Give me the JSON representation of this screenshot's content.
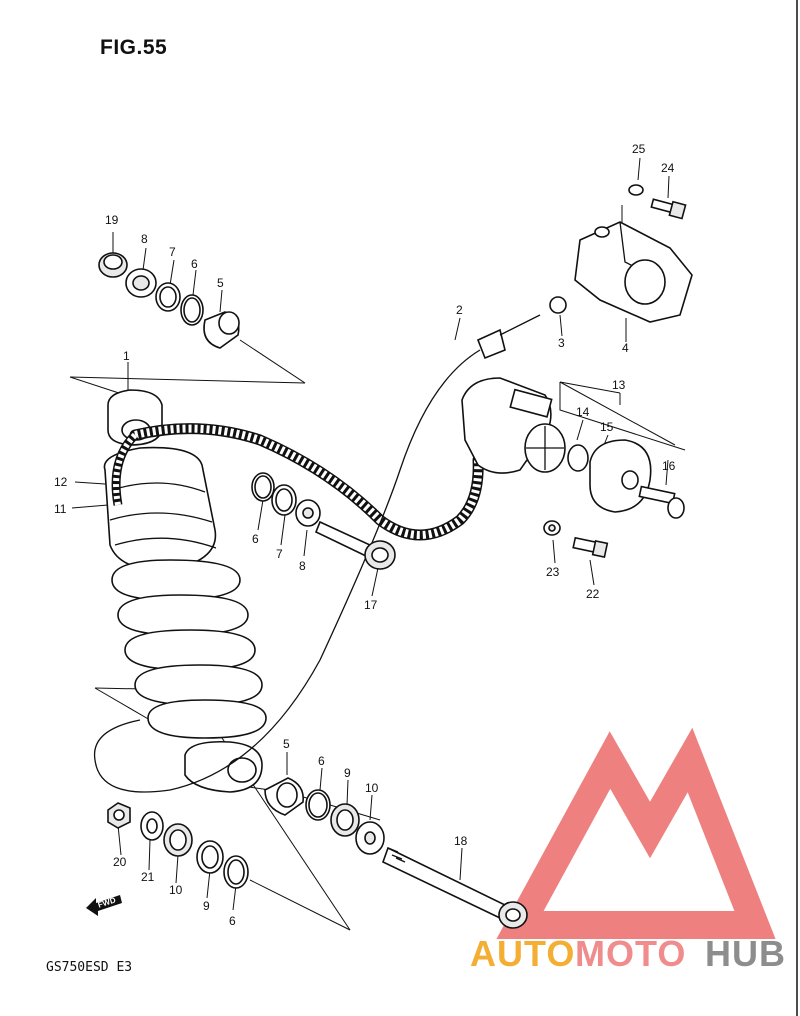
{
  "figure": {
    "title": "FIG.55",
    "model": "GS750ESD  E3"
  },
  "callouts": [
    {
      "id": "c1",
      "text": "1"
    },
    {
      "id": "c2",
      "text": "2"
    },
    {
      "id": "c3",
      "text": "3"
    },
    {
      "id": "c4",
      "text": "4"
    },
    {
      "id": "c5a",
      "text": "5"
    },
    {
      "id": "c6a",
      "text": "6"
    },
    {
      "id": "c7a",
      "text": "7"
    },
    {
      "id": "c8a",
      "text": "8"
    },
    {
      "id": "c19",
      "text": "19"
    },
    {
      "id": "c12",
      "text": "12"
    },
    {
      "id": "c11",
      "text": "11"
    },
    {
      "id": "c6b",
      "text": "6"
    },
    {
      "id": "c7b",
      "text": "7"
    },
    {
      "id": "c8b",
      "text": "8"
    },
    {
      "id": "c17",
      "text": "17"
    },
    {
      "id": "c13",
      "text": "13"
    },
    {
      "id": "c14",
      "text": "14"
    },
    {
      "id": "c15",
      "text": "15"
    },
    {
      "id": "c16",
      "text": "16"
    },
    {
      "id": "c23",
      "text": "23"
    },
    {
      "id": "c22",
      "text": "22"
    },
    {
      "id": "c25",
      "text": "25"
    },
    {
      "id": "c24",
      "text": "24"
    },
    {
      "id": "c5b",
      "text": "5"
    },
    {
      "id": "c6c",
      "text": "6"
    },
    {
      "id": "c9a",
      "text": "9"
    },
    {
      "id": "c10a",
      "text": "10"
    },
    {
      "id": "c18",
      "text": "18"
    },
    {
      "id": "c20",
      "text": "20"
    },
    {
      "id": "c21",
      "text": "21"
    },
    {
      "id": "c10b",
      "text": "10"
    },
    {
      "id": "c9b",
      "text": "9"
    },
    {
      "id": "c6d",
      "text": "6"
    }
  ],
  "fwd_label": "FWD",
  "watermark": {
    "part1": "AUTO",
    "part2": "MOTO",
    "part3": "HUB",
    "colors": {
      "auto": "#f3ae33",
      "moto": "#f08c8c",
      "hub": "#8d8d8d",
      "logo": "#ec6a6a"
    }
  }
}
